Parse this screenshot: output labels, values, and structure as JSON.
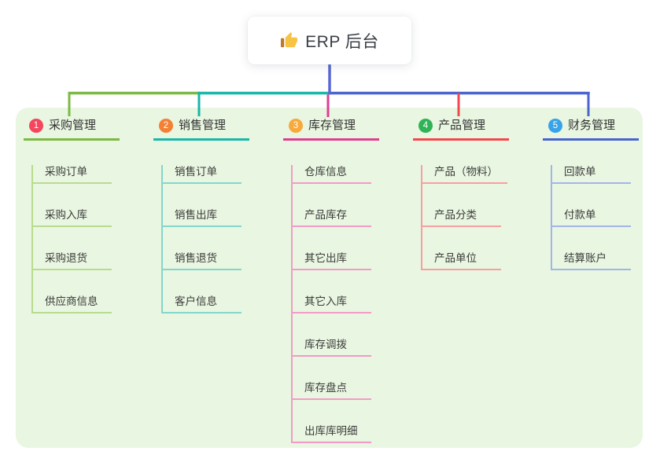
{
  "root": {
    "label": "ERP 后台",
    "icon": "thumbs-up-icon"
  },
  "branches": [
    {
      "number": "1",
      "label": "采购管理",
      "badge_color": "#f4465e",
      "line_color": "#7cb944",
      "child_line_color": "#b8dc8e",
      "children": [
        "采购订单",
        "采购入库",
        "采购退货",
        "供应商信息"
      ]
    },
    {
      "number": "2",
      "label": "销售管理",
      "badge_color": "#f58035",
      "line_color": "#18b7a8",
      "child_line_color": "#83d7cb",
      "children": [
        "销售订单",
        "销售出库",
        "销售退货",
        "客户信息"
      ]
    },
    {
      "number": "3",
      "label": "库存管理",
      "badge_color": "#f7a93a",
      "line_color": "#e03d92",
      "child_line_color": "#f29bc7",
      "children": [
        "仓库信息",
        "产品库存",
        "其它出库",
        "其它入库",
        "库存调拨",
        "库存盘点",
        "出库库明细"
      ]
    },
    {
      "number": "4",
      "label": "产品管理",
      "badge_color": "#2fb356",
      "line_color": "#f2474e",
      "child_line_color": "#f79fa2",
      "children": [
        "产品（物料）",
        "产品分类",
        "产品单位"
      ]
    },
    {
      "number": "5",
      "label": "财务管理",
      "badge_color": "#38a3e9",
      "line_color": "#4a63cf",
      "child_line_color": "#a3b5e8",
      "children": [
        "回款单",
        "付款单",
        "结算账户"
      ]
    }
  ],
  "connectors": {
    "root_line": "#5767d3",
    "trunk_left": "#7cb944",
    "trunk_mid": "#18b7a8",
    "trunk_right": "#4a63cf",
    "drop_branch1": "#7cb944",
    "drop_branch2": "#18b7a8",
    "drop_branch3": "#e03d92",
    "drop_branch4": "#f2474e",
    "drop_branch5": "#4a63cf"
  },
  "colors": {
    "panel_bg": "#e9f6e1",
    "card_bg": "#ffffff",
    "text": "#3b3b3b",
    "thumb_yellow": "#f6c343",
    "thumb_cuff": "#bd7a2c"
  }
}
